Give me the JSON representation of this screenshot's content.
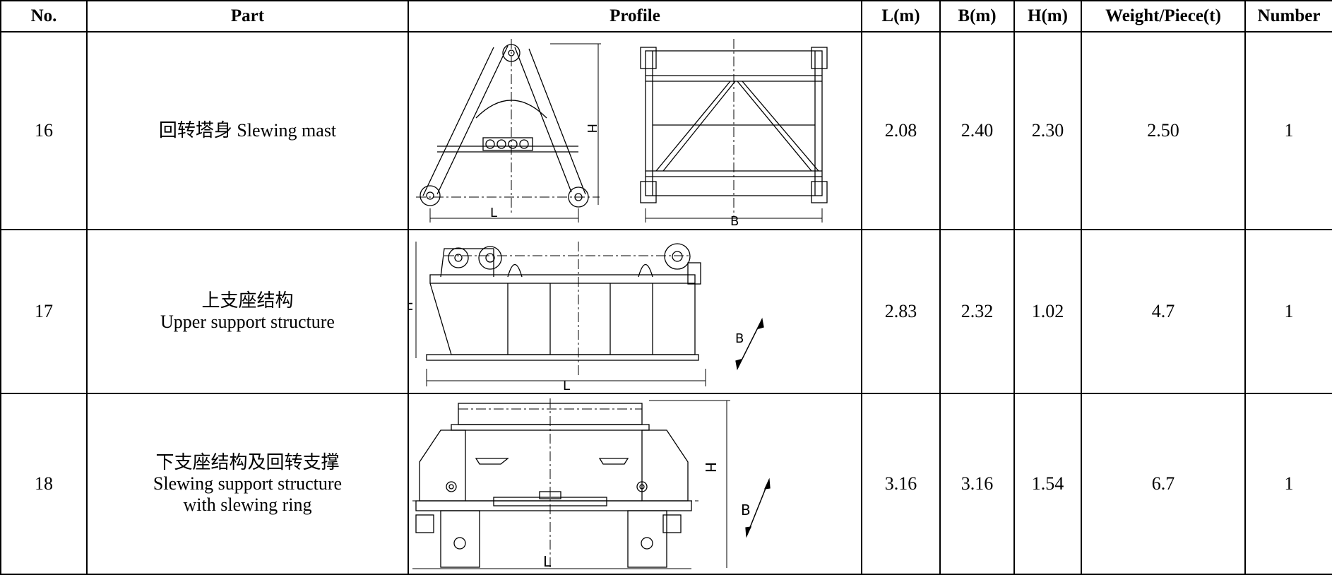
{
  "headers": {
    "no": "No.",
    "part": "Part",
    "profile": "Profile",
    "l": "L(m)",
    "b": "B(m)",
    "h": "H(m)",
    "weight": "Weight/Piece(t)",
    "number": "Number"
  },
  "rows": [
    {
      "no": "16",
      "part_lines": [
        "回转塔身 Slewing mast"
      ],
      "l": "2.08",
      "b": "2.40",
      "h": "2.30",
      "weight": "2.50",
      "number": "1",
      "drawing_labels": [
        "H",
        "L",
        "B"
      ]
    },
    {
      "no": "17",
      "part_lines": [
        "上支座结构",
        "Upper support structure"
      ],
      "l": "2.83",
      "b": "2.32",
      "h": "1.02",
      "weight": "4.7",
      "number": "1",
      "drawing_labels": [
        "H",
        "B",
        "L"
      ]
    },
    {
      "no": "18",
      "part_lines": [
        "下支座结构及回转支撑",
        "Slewing support structure",
        "with slewing ring"
      ],
      "l": "3.16",
      "b": "3.16",
      "h": "1.54",
      "weight": "6.7",
      "number": "1",
      "drawing_labels": [
        "H",
        "B",
        "L"
      ]
    }
  ]
}
